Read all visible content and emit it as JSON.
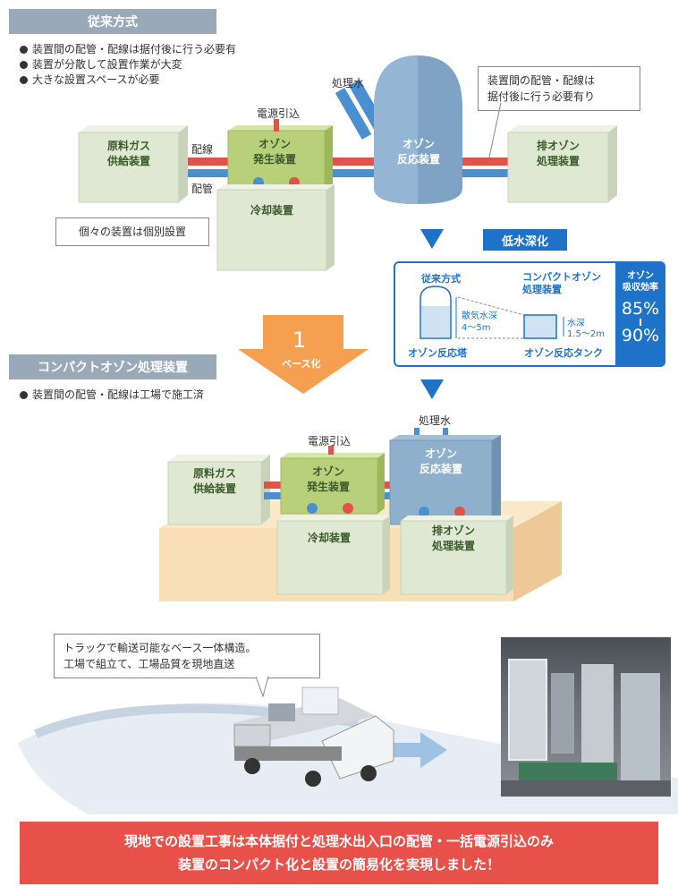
{
  "conventional": {
    "title": "従来方式",
    "bullets": [
      "装置間の配管・配線は据付後に行う必要有",
      "装置が分散して設置作業が大変",
      "大きな設置スペースが必要"
    ],
    "callout_top": [
      "装置間の配管・配線は",
      "据付後に行う必要有り"
    ],
    "callout_bottom": "個々の装置は個別設置",
    "labels": {
      "treated_water": "処理水",
      "power": "電源引込",
      "wiring": "配線",
      "piping": "配管",
      "raw_gas": [
        "原料ガス",
        "供給装置"
      ],
      "ozone_gen": [
        "オゾン",
        "発生装置"
      ],
      "cooling": "冷却装置",
      "reactor": [
        "オゾン",
        "反応装置"
      ],
      "exhaust": [
        "排オゾン",
        "処理装置"
      ]
    }
  },
  "depth": {
    "title": "低水深化",
    "conv_label": "従来方式",
    "conv_depth": [
      "散気水深",
      "4～5m"
    ],
    "conv_tower": "オゾン反応塔",
    "compact_label": [
      "コンパクトオゾン",
      "処理装置"
    ],
    "compact_depth": [
      "水深",
      "1.5～2m"
    ],
    "compact_tank": "オゾン反応タンク",
    "eff_title": [
      "オゾン",
      "吸収効率"
    ],
    "eff_low": "85%",
    "eff_high": "90%"
  },
  "base": {
    "number": "1",
    "label": "ベース化"
  },
  "compact": {
    "title": "コンパクトオゾン処理装置",
    "bullet": "装置間の配管・配線は工場で施工済",
    "labels": {
      "treated_water": "処理水",
      "power": "電源引込",
      "raw_gas": [
        "原料ガス",
        "供給装置"
      ],
      "ozone_gen": [
        "オゾン",
        "発生装置"
      ],
      "reactor": [
        "オゾン",
        "反応装置"
      ],
      "cooling": "冷却装置",
      "exhaust": [
        "排オゾン",
        "処理装置"
      ]
    }
  },
  "truck_callout": [
    "トラックで輸送可能なベース一体構造。",
    "工場で組立て、工場品質を現地直送"
  ],
  "banner": [
    "現地での設置工事は本体据付と処理水出入口の配管・一括電源引込のみ",
    "装置のコンパクト化と設置の簡易化を実現しました！"
  ],
  "colors": {
    "box_green": "#dfe8d2",
    "ozone_green": "#b8d07a",
    "pipe_red": "#e0524a",
    "pipe_blue": "#4a8fcf",
    "accent_blue": "#1e73c8",
    "banner_red": "#e8504a",
    "arrow_orange": "#f4a050"
  }
}
